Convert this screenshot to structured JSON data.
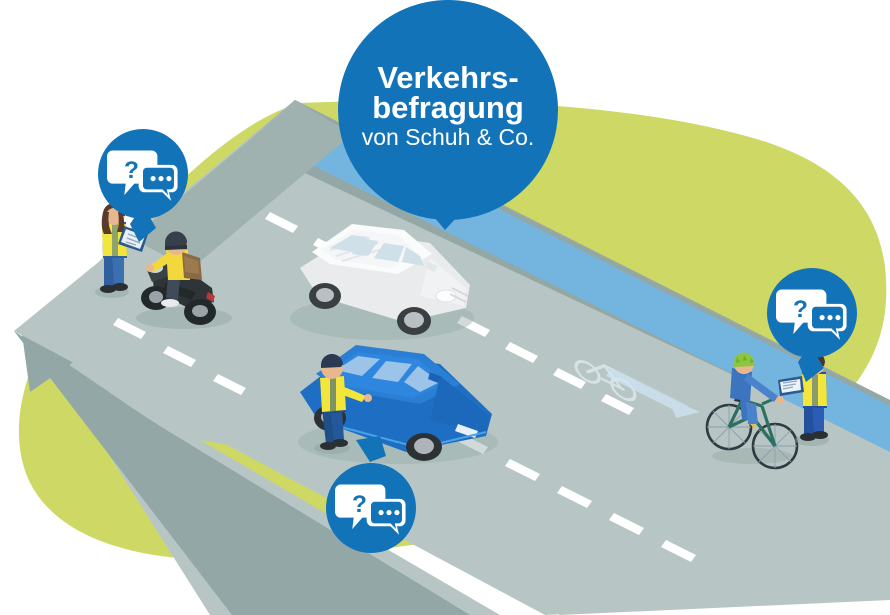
{
  "illustration": {
    "title": "Verkehrsbefragung von Schuh & Co.",
    "alt": "Isometrische Illustration einer Verkehrsbefragung auf einer Strasse mit Radweg"
  },
  "main_bubble": {
    "line1": "Verkehrs-",
    "line2": "befragung",
    "line3": "von Schuh & Co."
  },
  "chat_bubbles": [
    {
      "id": "chat-bubble-pedestrian-left",
      "question_mark": "?",
      "dots": "•••"
    },
    {
      "id": "chat-bubble-car-bottom",
      "question_mark": "?",
      "dots": "•••"
    },
    {
      "id": "chat-bubble-cyclist-right",
      "question_mark": "?",
      "dots": "•••"
    }
  ],
  "scene_elements": {
    "white_suv": "Weisser SUV",
    "blue_sedan": "Blaue Limousine",
    "scooter": "Motorroller mit Fahrer",
    "bicycle": "Fahrrad mit Fahrer",
    "interviewer_left": "Befragerin mit Warnweste und Klemmbrett",
    "interviewer_center": "Befrager mit Warnweste am Autofenster",
    "interviewer_right": "Befrager mit Warnweste und Klemmbrett",
    "bike_lane_pictogram": "Fahrrad-Piktogramm",
    "bike_lane_arrow": "Richtungspfeil"
  },
  "colors": {
    "brand_blue": "#1273b8",
    "green_blob": "#cdd964",
    "road_surface": "#b7c6c4",
    "road_side": "#93a8a6",
    "sidewalk": "#9fb2b0",
    "bike_lane": "#74b5e0",
    "bike_lane_mark": "#bfdcf0",
    "lane_marking": "#ffffff",
    "vest_yellow": "#f2e63c",
    "car_blue": "#1e6fc4",
    "car_white": "#f4f5f6",
    "helmet_green": "#8cc63f"
  }
}
